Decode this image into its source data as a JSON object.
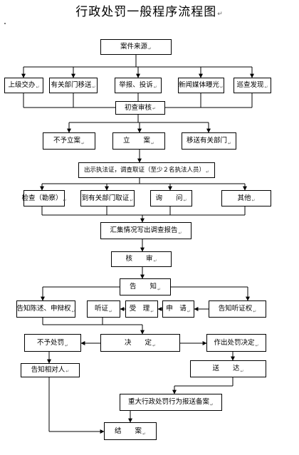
{
  "title": "行政处罚一般程序流程图",
  "return_mark": "↵",
  "nodes": {
    "source": "案件来源",
    "src_superior": "上级交办",
    "src_department": "有关部门移送",
    "src_report": "举报、投诉",
    "src_media": "新闻媒体曝光",
    "src_patrol": "巡查发现",
    "initial_review": "初查审核",
    "no_case": "不予立案",
    "file_case": "立　　案",
    "transfer_dept": "移送有关部门",
    "investigate": "出示执法证，调查取证（至少２名执法人员）",
    "inspect": "检查（勘察）",
    "dept_evidence": "到有关部门取证",
    "inquiry": "询　　问",
    "other": "其他",
    "summary_report": "汇集情况写出调查报告",
    "review": "核　　审",
    "notify": "告　　知",
    "notify_defense": "告知陈述、申辩权",
    "hearing": "听证",
    "accept": "受　理",
    "apply": "申　请",
    "notify_hearing_right": "告知听证权",
    "no_penalty": "不予处罚",
    "decision": "决　　定",
    "make_decision": "作出处罚决定",
    "notify_party": "告知相对人",
    "deliver": "送　　达",
    "major_report": "重大行政处罚行为报送备案",
    "close": "结　　案"
  }
}
